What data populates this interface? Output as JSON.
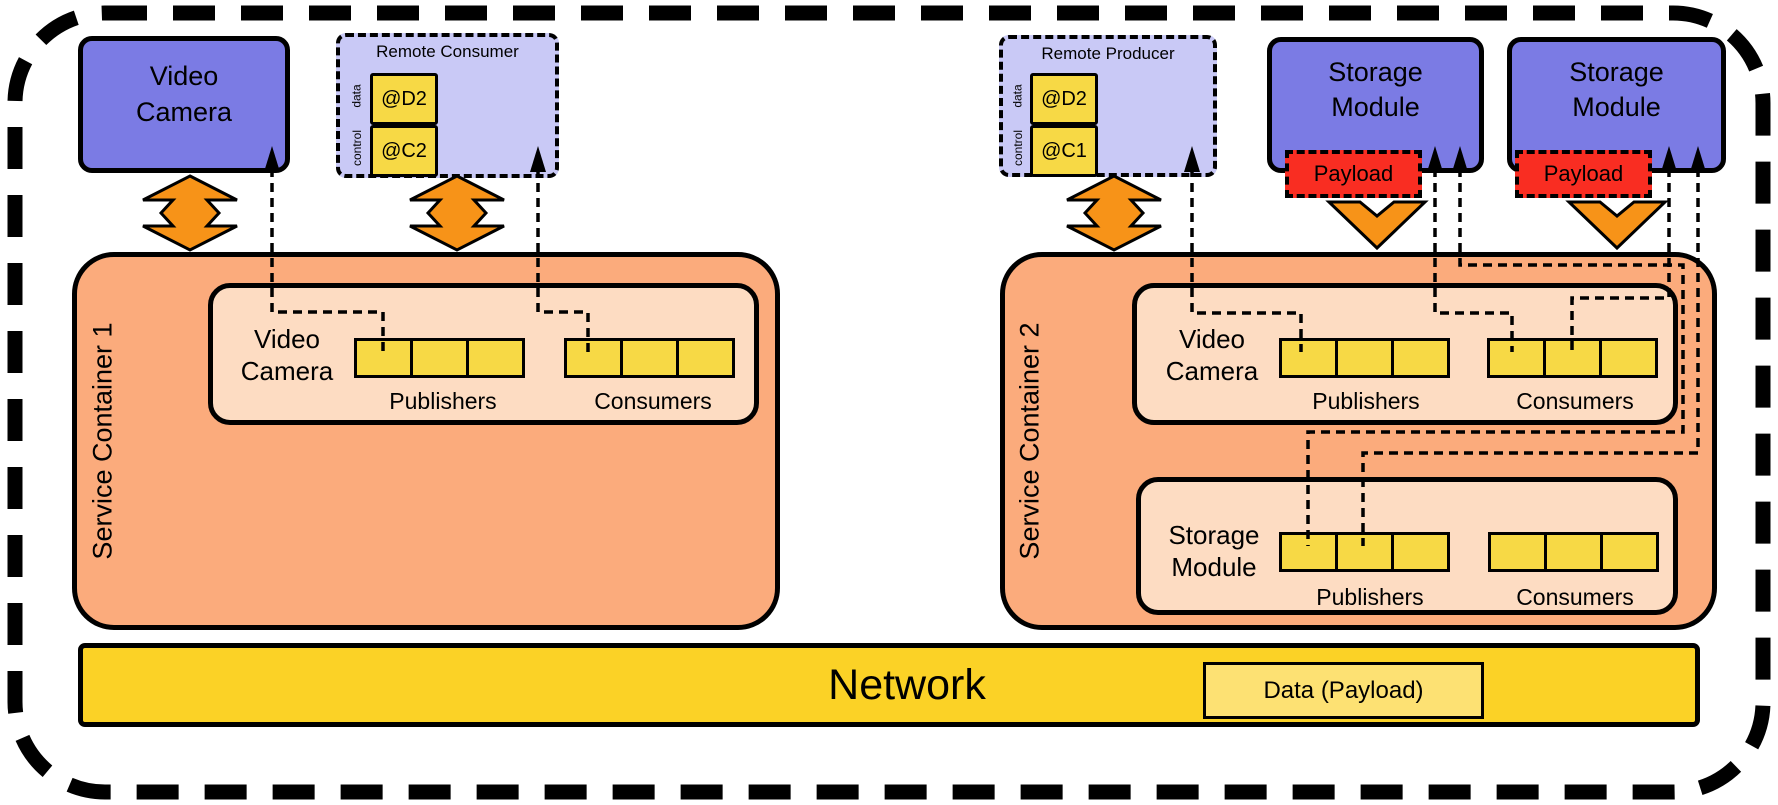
{
  "diagram": {
    "video_camera_box": {
      "label": "Video Camera"
    },
    "remote_consumer": {
      "title": "Remote Consumer",
      "rows": [
        {
          "side_label": "data",
          "ref": "@D2"
        },
        {
          "side_label": "control",
          "ref": "@C2"
        }
      ]
    },
    "remote_producer": {
      "title": "Remote Producer",
      "rows": [
        {
          "side_label": "data",
          "ref": "@D2"
        },
        {
          "side_label": "control",
          "ref": "@C1"
        }
      ]
    },
    "storage_module_1": {
      "label": "Storage Module",
      "payload": "Payload"
    },
    "storage_module_2": {
      "label": "Storage Module",
      "payload": "Payload"
    },
    "service_container_1": {
      "label": "Service Container 1",
      "services": [
        {
          "name": "Video Camera",
          "publishers_label": "Publishers",
          "consumers_label": "Consumers",
          "publisher_slots": 3,
          "consumer_slots": 3
        }
      ]
    },
    "service_container_2": {
      "label": "Service Container 2",
      "services": [
        {
          "name": "Video Camera",
          "publishers_label": "Publishers",
          "consumers_label": "Consumers",
          "publisher_slots": 3,
          "consumer_slots": 3
        },
        {
          "name": "Storage Module",
          "publishers_label": "Publishers",
          "consumers_label": "Consumers",
          "publisher_slots": 3,
          "consumer_slots": 3
        }
      ]
    },
    "network": {
      "label": "Network",
      "legend": "Data (Payload)"
    },
    "colors": {
      "module_blue": "#7b7be4",
      "remote_purple": "#c9c9f6",
      "slot_yellow": "#f7d945",
      "network_gold": "#fbd226",
      "legend_yellow": "#fde173",
      "container_orange": "#fbab7c",
      "service_peach": "#fddcc2",
      "arrow_orange": "#f79318",
      "payload_red": "#f92d22"
    }
  }
}
